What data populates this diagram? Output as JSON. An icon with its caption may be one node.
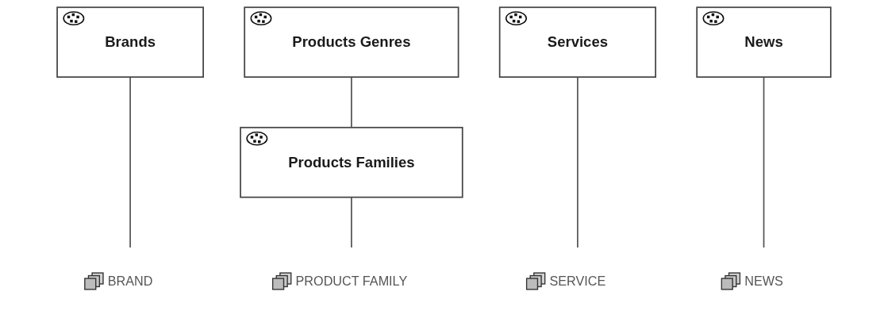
{
  "diagram": {
    "nodes": [
      {
        "text": [
          "Products Genres"
        ]
      },
      {
        "text": [
          "Brands"
        ]
      },
      {
        "text": [
          "Products Families"
        ]
      },
      {
        "text": [
          "Services"
        ]
      },
      {
        "text": [
          "News"
        ]
      },
      {
        "text": [
          "BRAND"
        ]
      },
      {
        "text": [
          "PRODUCT FAMILY"
        ]
      },
      {
        "text": [
          "SERVICE"
        ]
      },
      {
        "text": [
          "NEWS"
        ]
      }
    ],
    "edges": [
      {
        "from": 0,
        "to": 2,
        "arrow": "none"
      },
      {
        "from": 1,
        "to": 5,
        "arrow": "none"
      },
      {
        "from": 2,
        "to": 6,
        "arrow": "none"
      },
      {
        "from": 3,
        "to": 7,
        "arrow": "none"
      },
      {
        "from": 4,
        "to": 8,
        "arrow": "none"
      }
    ]
  }
}
